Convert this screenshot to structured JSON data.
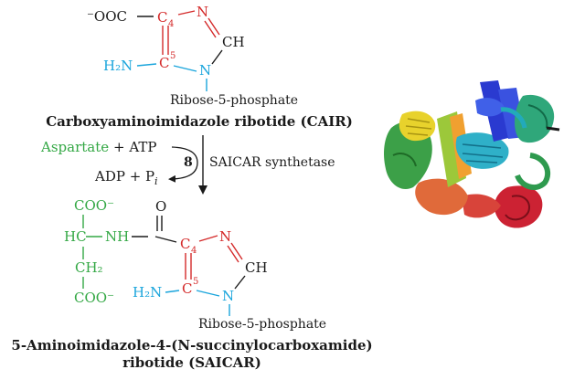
{
  "colors": {
    "ring_red": "#d42a2a",
    "blue": "#1aa5dc",
    "green": "#34a845",
    "black": "#1a1a1a"
  },
  "top": {
    "carboxylate": "⁻OOC",
    "c4": "C",
    "c4_sub": "4",
    "c5": "C",
    "c5_sup": "5",
    "n_ring": "N",
    "ch": "CH",
    "n_ring_bottom": "N",
    "h2n": "H₂N",
    "ribose": "Ribose-5-phosphate",
    "name": "Carboxyaminoimidazole ribotide (CAIR)"
  },
  "reaction": {
    "substrate_aspartate": "Aspartate",
    "substrate_plus_atp": "+ ATP",
    "product_adp": "ADP + P",
    "product_pi_sub": "i",
    "step_number": "8",
    "enzyme": "SAICAR synthetase"
  },
  "bottom": {
    "coo_top": "COO⁻",
    "hc": "HC",
    "nh": "NH",
    "carbonyl_o": "O",
    "c4": "C",
    "c4_sub": "4",
    "c5": "C",
    "c5_sup": "5",
    "n_ring": "N",
    "ch": "CH",
    "n_ring_bottom": "N",
    "h2n": "H₂N",
    "ch2": "CH₂",
    "coo_bottom": "COO⁻",
    "ribose": "Ribose-5-phosphate",
    "name_line1": "5-Aminoimidazole-4-(N-succinylocarboxamide)",
    "name_line2": "ribotide (SAICAR)"
  },
  "protein_structure_image": "ribbon-diagram"
}
